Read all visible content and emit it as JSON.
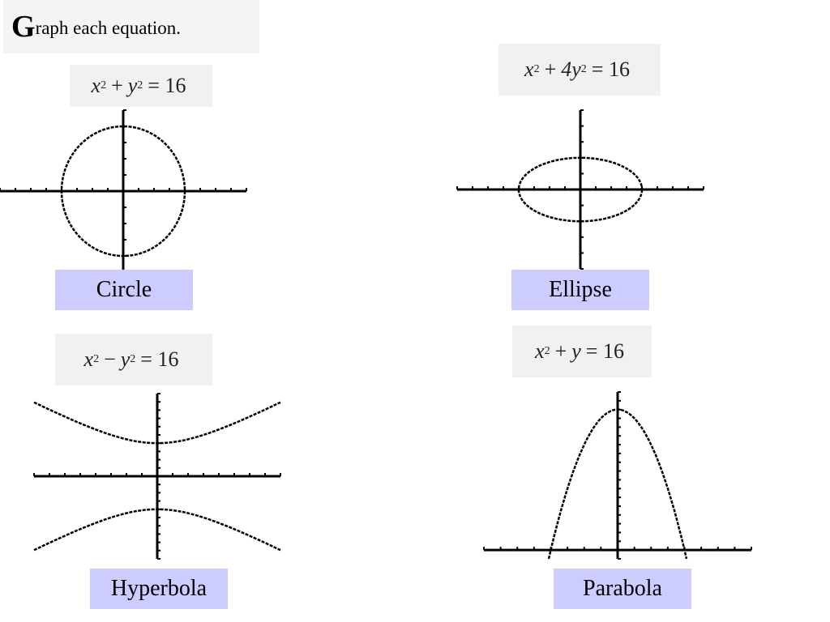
{
  "heading": {
    "first": "G",
    "rest": "raph each equation."
  },
  "chart_data": [
    {
      "type": "line",
      "equation": {
        "a": "x",
        "p1": "2",
        "op": "+",
        "c": "",
        "b": "y",
        "p2": "2",
        "rhs": "= 16"
      },
      "label": "Circle",
      "x_min": -8,
      "x_max": 8,
      "y_min": -5,
      "y_max": 5,
      "curve": "circle",
      "params": {
        "a": 4,
        "b": 4
      }
    },
    {
      "type": "line",
      "equation": {
        "a": "x",
        "p1": "2",
        "op": "+",
        "c": "4",
        "b": "y",
        "p2": "2",
        "rhs": "= 16"
      },
      "label": "Ellipse",
      "x_min": -8,
      "x_max": 8,
      "y_min": -5,
      "y_max": 5,
      "curve": "ellipse",
      "params": {
        "a": 4,
        "b": 2
      }
    },
    {
      "type": "line",
      "equation": {
        "a": "x",
        "p1": "2",
        "op": "−",
        "c": "",
        "b": "y",
        "p2": "2",
        "rhs": "= 16"
      },
      "label": "Hyperbola",
      "x_min": -8,
      "x_max": 8,
      "y_min": -10,
      "y_max": 10,
      "curve": "hyperbola",
      "params": {
        "a": 4
      }
    },
    {
      "type": "line",
      "equation": {
        "a": "x",
        "p1": "2",
        "op": "+",
        "c": "",
        "b": "y",
        "p2": "",
        "rhs": "= 16"
      },
      "label": "Parabola",
      "x_min": -8,
      "x_max": 8,
      "y_min": -1,
      "y_max": 18,
      "curve": "parabola",
      "params": {
        "k": 16
      }
    }
  ]
}
